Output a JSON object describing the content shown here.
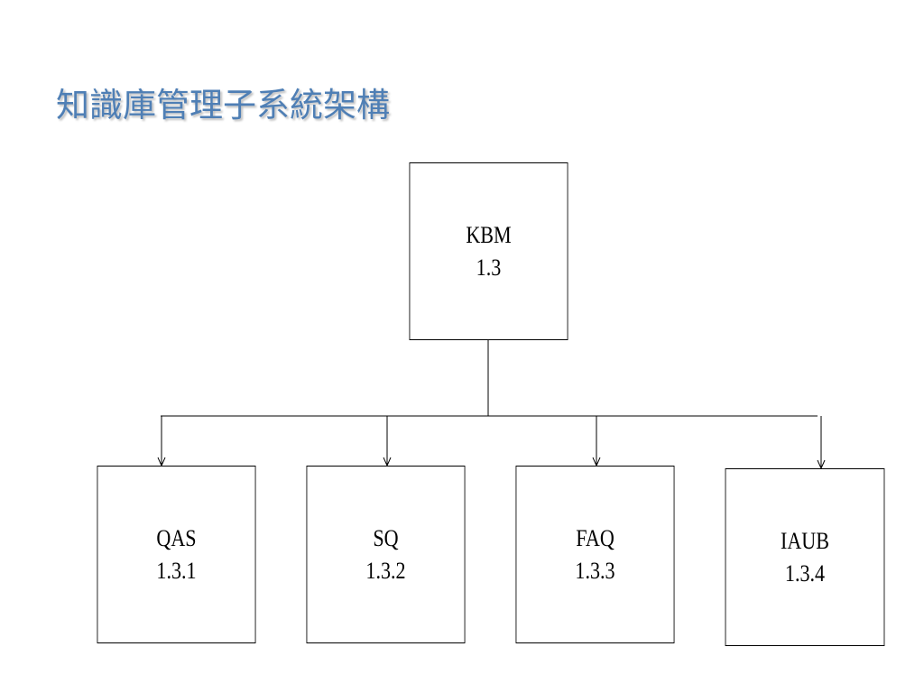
{
  "title": "知識庫管理子系統架構",
  "diagram": {
    "root": {
      "name": "KBM",
      "number": "1.3"
    },
    "children": [
      {
        "name": "QAS",
        "number": "1.3.1"
      },
      {
        "name": "SQ",
        "number": "1.3.2"
      },
      {
        "name": "FAQ",
        "number": "1.3.3"
      },
      {
        "name": "IAUB",
        "number": "1.3.4"
      }
    ]
  },
  "colors": {
    "title": "#4f7fb5",
    "lines": "#000000",
    "box_border": "#000000",
    "background": "#ffffff"
  }
}
